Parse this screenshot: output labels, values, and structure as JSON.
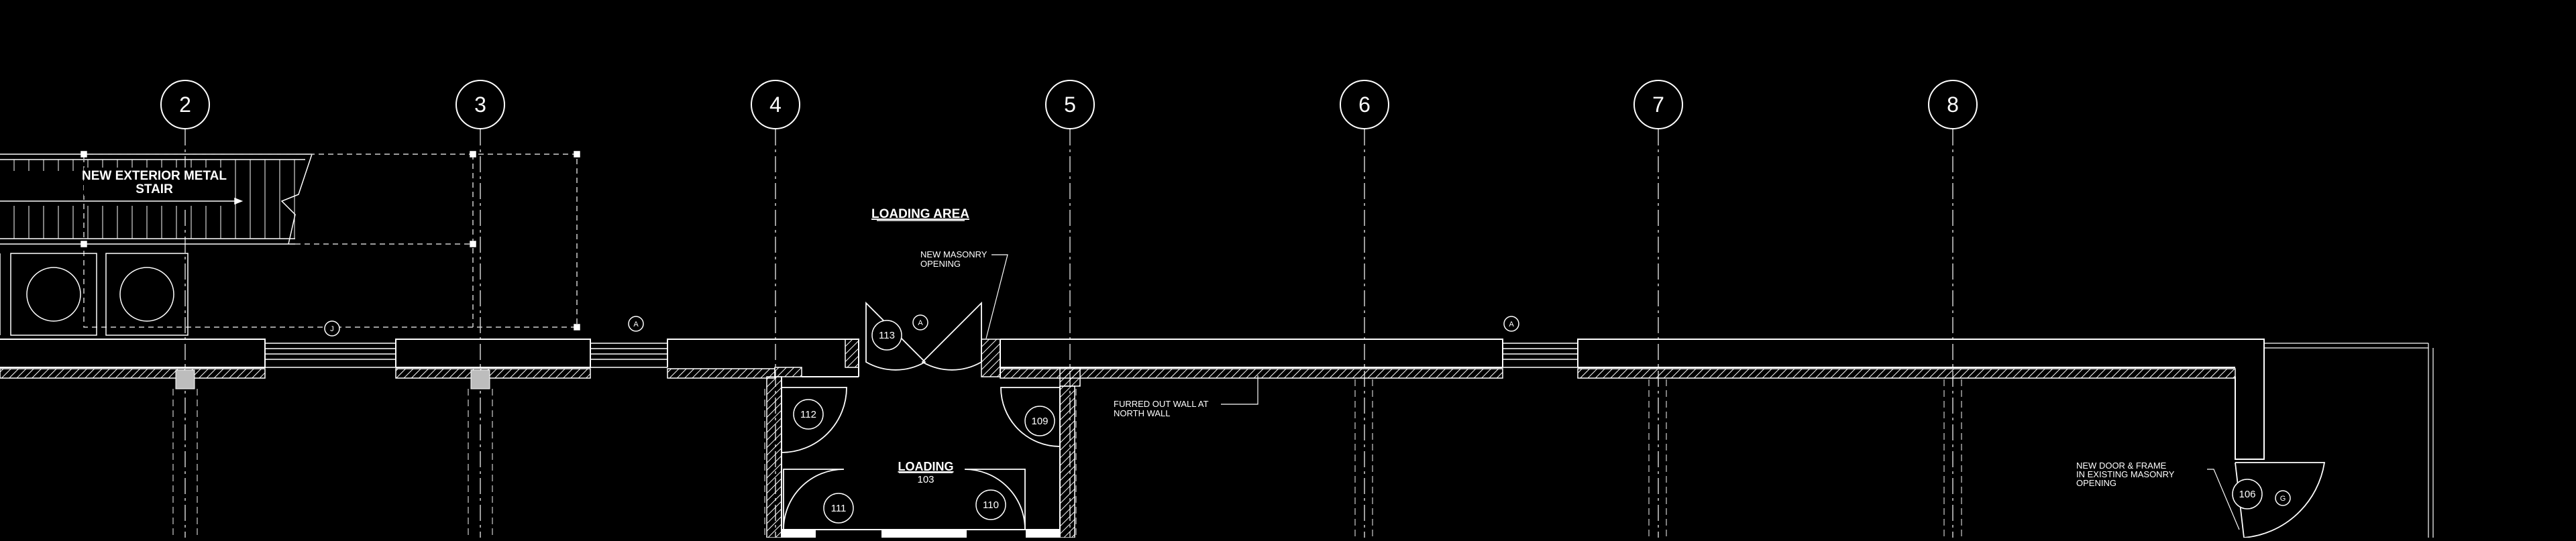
{
  "grid_lines": [
    {
      "label": "2"
    },
    {
      "label": "3"
    },
    {
      "label": "4"
    },
    {
      "label": "5"
    },
    {
      "label": "6"
    },
    {
      "label": "7"
    },
    {
      "label": "8"
    }
  ],
  "notes": {
    "exterior_stair": [
      "NEW EXTERIOR METAL",
      "STAIR"
    ],
    "loading_area": "LOADING AREA",
    "masonry_opening": [
      "NEW MASONRY",
      "OPENING"
    ],
    "furred_wall": [
      "FURRED OUT WALL AT",
      "NORTH WALL"
    ],
    "door_frame": [
      "NEW DOOR & FRAME",
      "IN EXISTING MASONRY",
      "OPENING"
    ]
  },
  "rooms": {
    "loading": {
      "name": "LOADING",
      "number": "103"
    }
  },
  "door_tags": [
    "113",
    "112",
    "109",
    "111",
    "110",
    "106"
  ],
  "markers": {
    "stair_marker": "J",
    "door_marker_1": "A",
    "door_marker_2": "A",
    "door_marker_3": "A",
    "door_marker_4": "G"
  },
  "colors": {
    "background": "#000000",
    "linework": "#ffffff",
    "grid_dash": "#cfcfcf",
    "column_fill": "#bdbdbd"
  }
}
